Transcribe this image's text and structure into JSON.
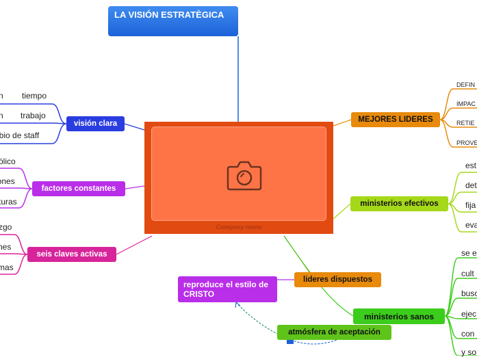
{
  "title": "LA VISIÓN ESTRATÈGICA",
  "central": {
    "caption": "Company name",
    "icon": "camera-icon"
  },
  "vision_clara": {
    "label": "visión clara",
    "children": [
      "tiempo",
      "trabajo",
      "cambio de staff"
    ],
    "cut_prefixes": [
      "n",
      "n"
    ]
  },
  "factores_constantes": {
    "label": "factores constantes",
    "children": [
      "ólico",
      "iones",
      "turas"
    ]
  },
  "seis_claves": {
    "label": "seis claves activas",
    "children": [
      "zgo",
      "nes",
      "mas"
    ]
  },
  "mejores_lideres": {
    "label": "MEJORES LIDERES",
    "children": [
      "DEFIN",
      "IMPAC",
      "RETIE",
      "PROVE"
    ]
  },
  "ministerios_efectivos": {
    "label": "ministerios efectivos",
    "children": [
      "est",
      "det",
      "fija",
      "eva"
    ]
  },
  "ministerios_sanos": {
    "label": "ministerios sanos",
    "children": [
      "se e",
      "cult",
      "busc",
      "ejec",
      "con",
      "y so"
    ]
  },
  "lideres_dispuestos": {
    "label": "lideres dispuestos"
  },
  "reproduce": {
    "label": "reproduce el estilo de CRISTO"
  },
  "atmosfera": {
    "label": "atmósfera de aceptación"
  },
  "colors": {
    "blue": "#2a3de0",
    "purple": "#b92ee8",
    "magenta": "#d8249a",
    "orange": "#e88a0c",
    "lime": "#a6d81a",
    "green": "#3ccd1c",
    "red": "#e14b12"
  }
}
